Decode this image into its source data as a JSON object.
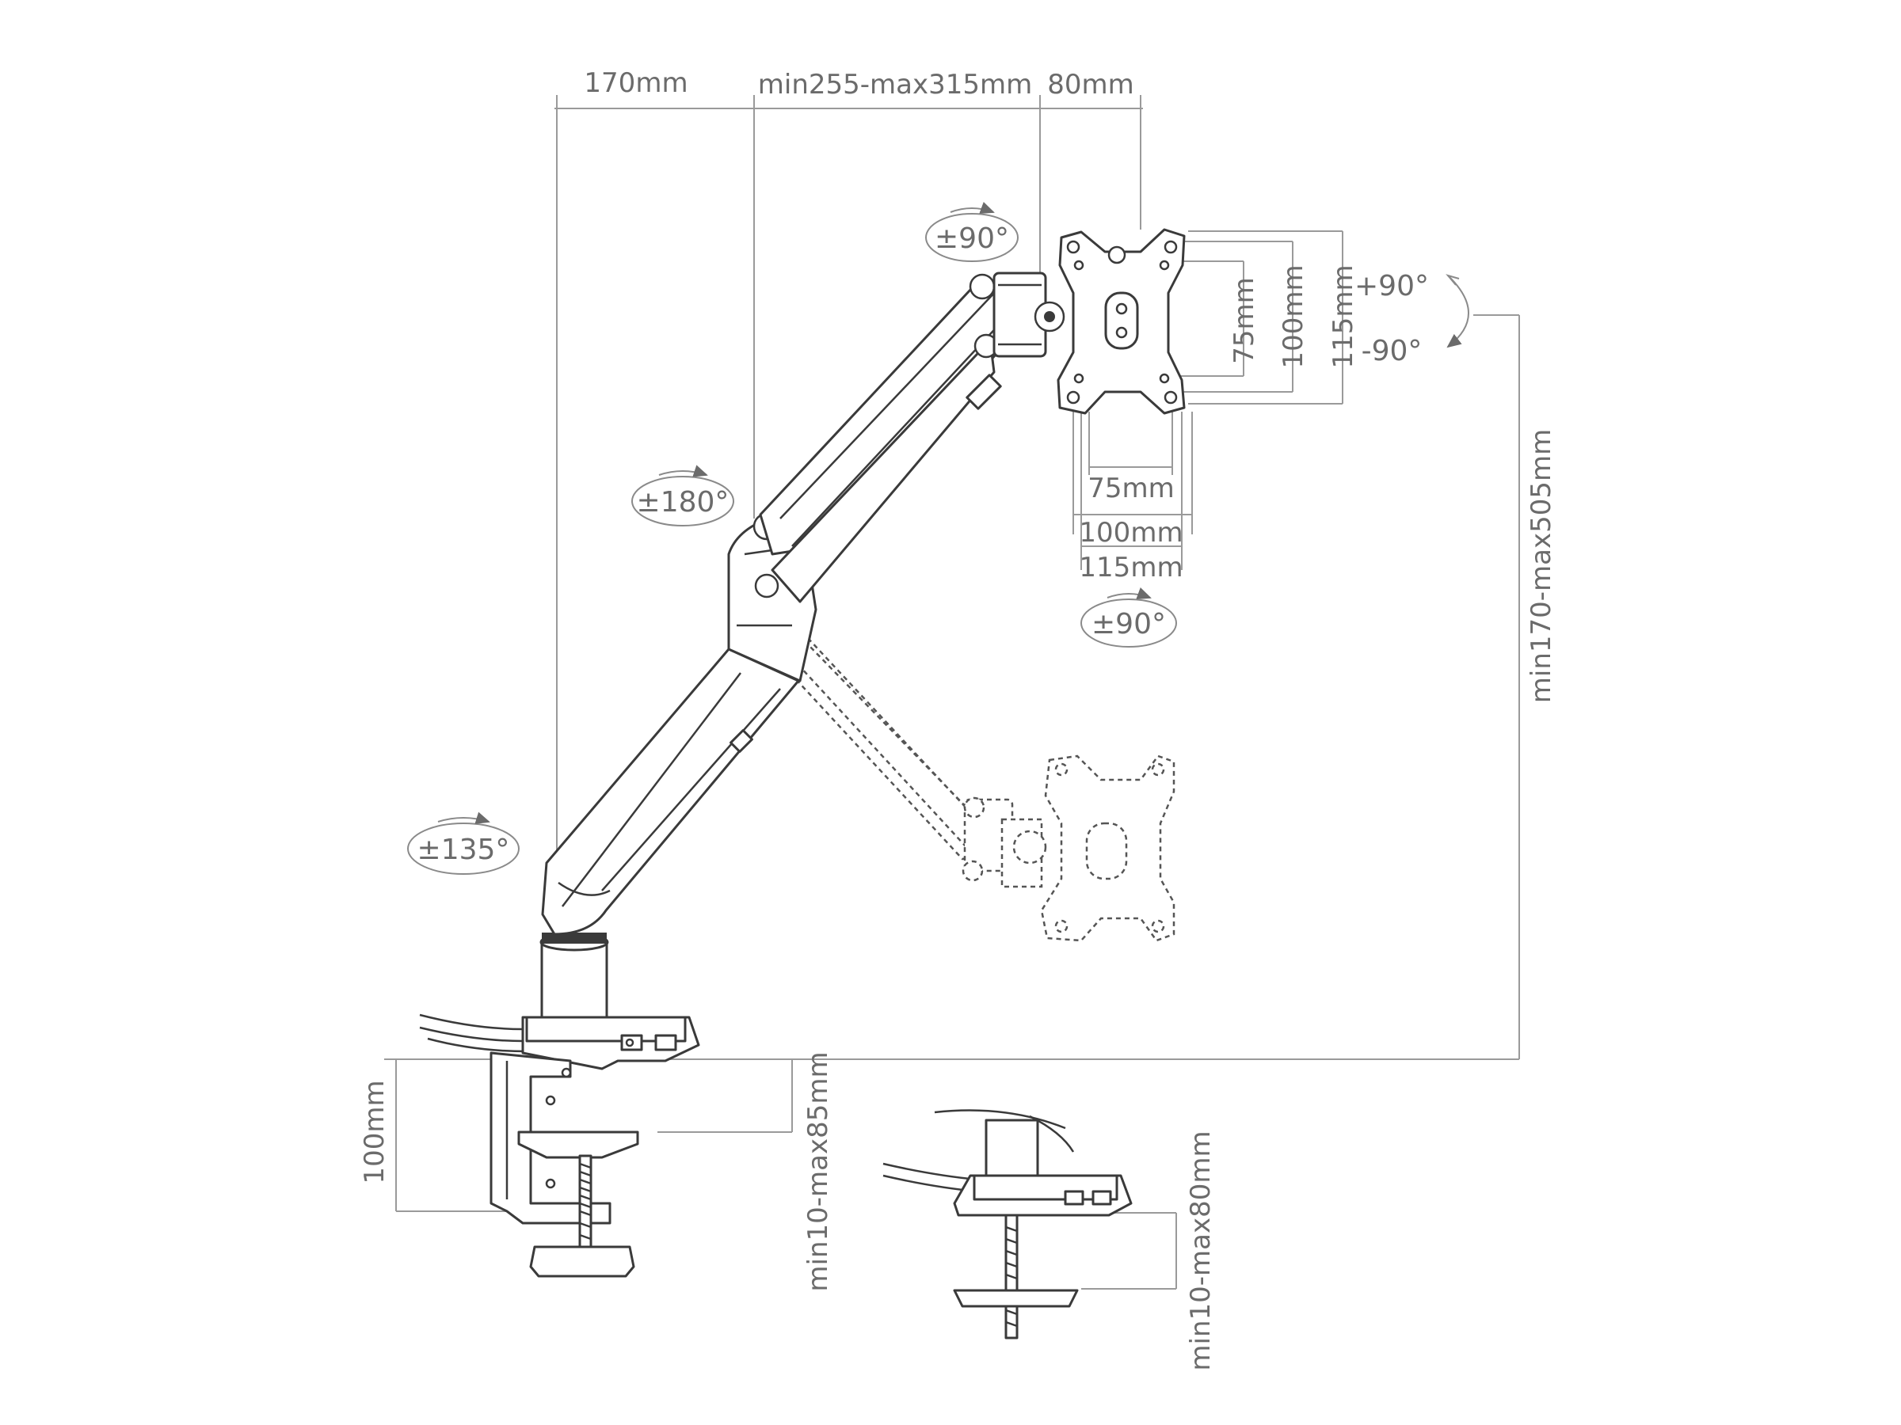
{
  "dimensions": {
    "arm_170": "170mm",
    "arm_range": "min255-max315mm",
    "arm_80": "80mm",
    "vesa_v_75": "75mm",
    "vesa_v_100": "100mm",
    "vesa_v_115": "115mm",
    "vesa_h_75": "75mm",
    "vesa_h_100": "100mm",
    "vesa_h_115": "115mm",
    "height_range": "min170-max505mm",
    "clamp_height": "100mm",
    "clamp_range": "min10-max85mm",
    "grommet_range": "min10-max80mm"
  },
  "angles": {
    "tilt_top": "±90°",
    "swivel_mid": "±180°",
    "swivel_base": "±135°",
    "swivel_head": "±90°",
    "rotate_plus": "+90°",
    "rotate_minus": "-90°"
  }
}
